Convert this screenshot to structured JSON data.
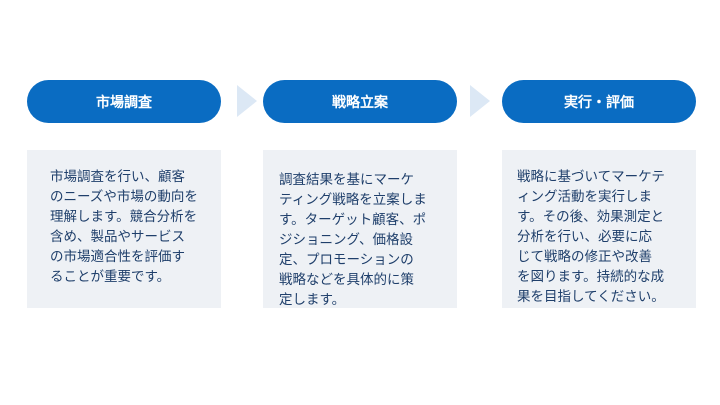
{
  "steps": [
    {
      "title": "市場調査",
      "description": "市場調査を行い、顧客のニーズや市場の動向を理解します。競合分析を含め、製品やサービスの市場適合性を評価することが重要です。"
    },
    {
      "title": "戦略立案",
      "description": "調査結果を基にマーケティング戦略を立案します。ターゲット顧客、ポジショニング、価格設定、プロモーションの戦略などを具体的に策定します。"
    },
    {
      "title": "実行・評価",
      "description": "戦略に基づいてマーケティング活動を実行します。その後、効果測定と分析を行い、必要に応じて戦略の修正や改善を図ります。持続的な成果を目指してください。"
    }
  ],
  "colors": {
    "header": "#0a6cc2",
    "box": "#eef1f5",
    "text": "#1f3f6b",
    "arrow": "#dce8f5"
  }
}
